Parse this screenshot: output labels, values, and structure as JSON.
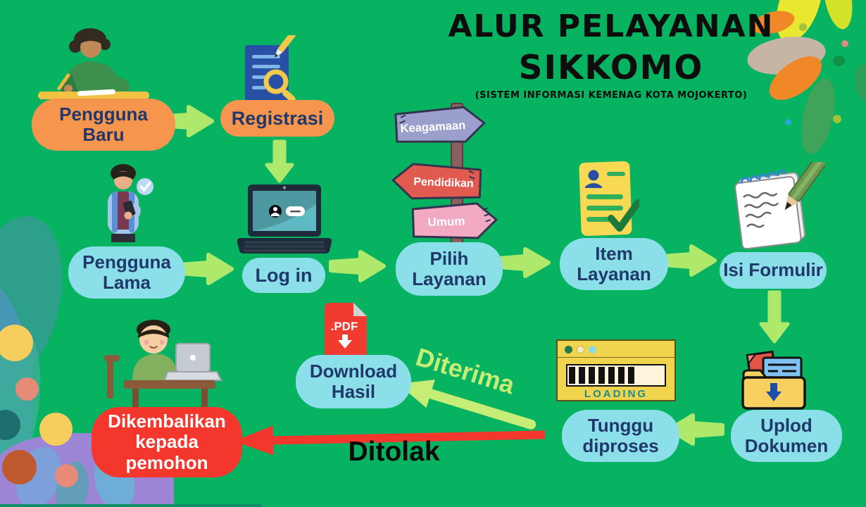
{
  "title": {
    "line1": "ALUR PELAYANAN",
    "line2": "SIKKOMO",
    "subtitle": "(SISTEM INFORMASI KEMENAG KOTA MOJOKERTO)"
  },
  "flow": {
    "pengguna_baru": {
      "label": "Pengguna Baru"
    },
    "registrasi": {
      "label": "Registrasi"
    },
    "pengguna_lama": {
      "label": "Pengguna Lama"
    },
    "log_in": {
      "label": "Log in"
    },
    "pilih_layanan": {
      "label": "Pilih Layanan"
    },
    "item_layanan": {
      "label": "Item Layanan"
    },
    "isi_formulir": {
      "label": "Isi Formulir"
    },
    "uplod_dokumen": {
      "label": "Uplod Dokumen"
    },
    "tunggu_diproses": {
      "label": "Tunggu diproses"
    },
    "download_hasil": {
      "label": "Download Hasil"
    },
    "dikembalikan": {
      "label": "Dikembalikan kepada pemohon"
    }
  },
  "signpost": {
    "top": "Keagamaan",
    "middle": "Pendidikan",
    "bottom": "Umum"
  },
  "edges": {
    "accepted": "Diterima",
    "rejected": "Ditolak"
  },
  "loading_window": {
    "label": "LOADING"
  },
  "pdf_icon": {
    "label": ".PDF"
  },
  "colors": {
    "background": "#07B261",
    "bubble_orange": "#F6954E",
    "bubble_cyan": "#8BDFE8",
    "bubble_red": "#F3372C",
    "arrow_green": "#AEE96B",
    "arrow_accept_green": "#C6ED75",
    "text_navy": "#21386B",
    "sign_purple": "#9B9FCC",
    "sign_red": "#E05A50",
    "sign_pink": "#F2A9C4",
    "loading_yellow": "#F0D44E",
    "loading_text_teal": "#1F8C8C"
  }
}
